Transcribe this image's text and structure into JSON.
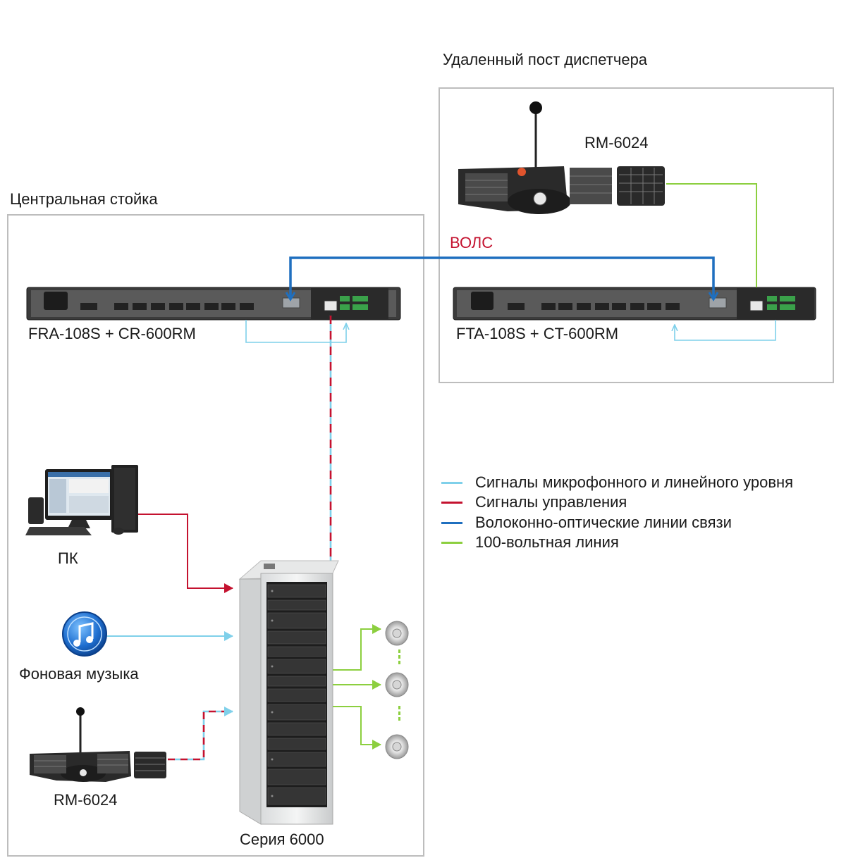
{
  "remote_section": {
    "title": "Удаленный пост диспетчера"
  },
  "central_section": {
    "title": "Центральная стойка"
  },
  "devices": {
    "rm6024_remote": "RM-6024",
    "fra_unit": "FRA-108S + CR-600RM",
    "fta_unit": "FTA-108S + CT-600RM",
    "pc": "ПК",
    "music": "Фоновая музыка",
    "rm6024_local": "RM-6024",
    "rack": "Серия 6000"
  },
  "fiber_label": "ВОЛС",
  "legend": {
    "items": [
      {
        "label": "Сигналы микрофонного и линейного уровня",
        "color": "#7fd0ea"
      },
      {
        "label": "Сигналы управления",
        "color": "#c4122f"
      },
      {
        "label": "Волоконно-оптические линии связи",
        "color": "#1f6fbf"
      },
      {
        "label": "100-вольтная линия",
        "color": "#8ccf3f"
      }
    ]
  },
  "colors": {
    "audio": "#7fd0ea",
    "control": "#c4122f",
    "fiber": "#1f6fbf",
    "speaker": "#8ccf3f",
    "frame": "#bdbdbd"
  }
}
